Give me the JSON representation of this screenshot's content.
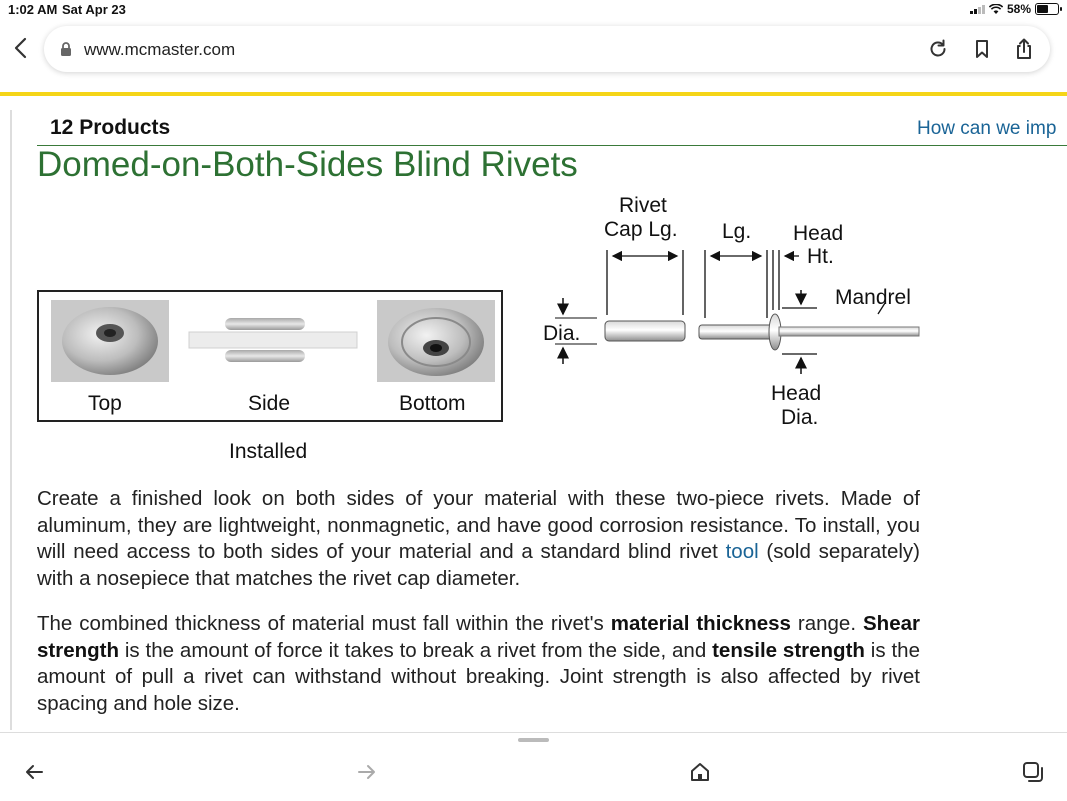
{
  "status": {
    "time": "1:02 AM",
    "date": "Sat Apr 23",
    "battery": "58%"
  },
  "browser": {
    "url": "www.mcmaster.com"
  },
  "page": {
    "products_count": "12 Products",
    "help_link": "How can we imp",
    "title": "Domed-on-Both-Sides Blind Rivets",
    "photo_labels": {
      "top": "Top",
      "side": "Side",
      "bottom": "Bottom"
    },
    "installed": "Installed",
    "diagram": {
      "dia": "Dia.",
      "rivet_cap_lg_1": "Rivet",
      "rivet_cap_lg_2": "Cap Lg.",
      "lg": "Lg.",
      "head_ht_1": "Head",
      "head_ht_2": "Ht.",
      "mandrel": "Mandrel",
      "head_dia_1": "Head",
      "head_dia_2": "Dia."
    },
    "para1": {
      "text1": "Create a finished look on both sides of your material with these two-piece rivets. Made of aluminum, they are lightweight, nonmagnetic, and have good corrosion resistance. To install, you will need access to both sides of your material and a standard blind rivet ",
      "link": "tool",
      "text2": " (sold separately) with a nosepiece that matches the rivet cap diameter."
    },
    "para2": {
      "t1": "The combined thickness of material must fall within the rivet's ",
      "b1": "material thickness",
      "t2": " range. ",
      "b2": "Shear strength",
      "t3": " is the amount of force it takes to break a rivet from the side, and ",
      "b3": "tensile strength",
      "t4": " is the amount of pull a rivet can withstand without breaking. Joint strength is also affected by rivet spacing and hole size."
    }
  },
  "colors": {
    "accent_yellow": "#f5d518",
    "title_green": "#2d7133",
    "link_blue": "#1a6496"
  }
}
